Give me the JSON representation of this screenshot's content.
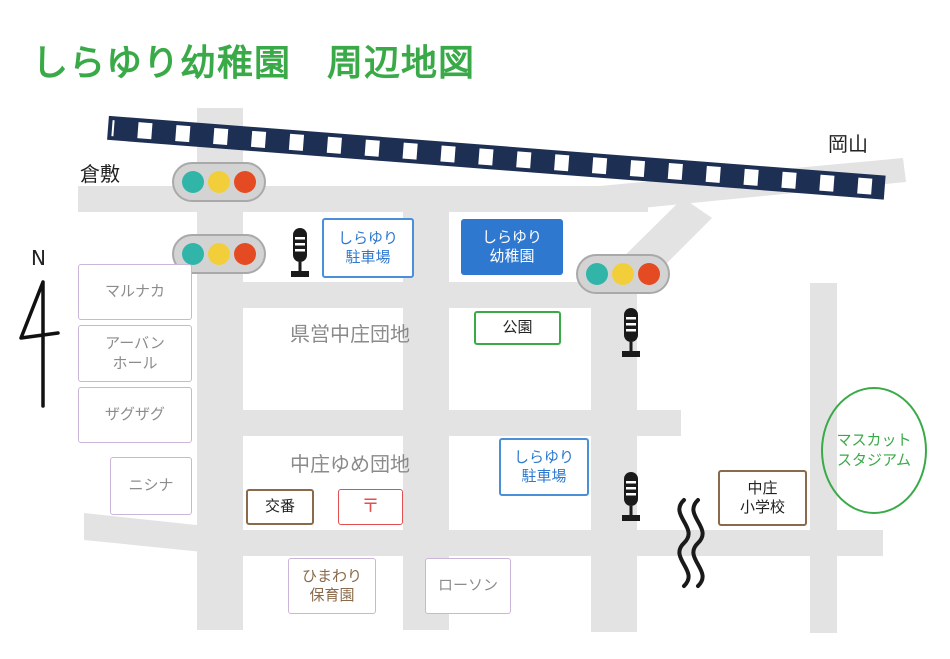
{
  "title": {
    "school": "しらゆり幼稚園",
    "subtitle": "周辺地図"
  },
  "places": {
    "kurashiki": "倉敷",
    "okayama": "岡山",
    "north": "N",
    "kenei_danchi": "県営中庄団地",
    "nakasho_danchi": "中庄ゆめ団地"
  },
  "kindergarten": {
    "line1": "しらゆり",
    "line2": "幼稚園"
  },
  "parking_north": {
    "line1": "しらゆり",
    "line2": "駐車場"
  },
  "parking_south": {
    "line1": "しらゆり",
    "line2": "駐車場"
  },
  "park": "公園",
  "koban": "交番",
  "post_office": "〒",
  "school": {
    "line1": "中庄",
    "line2": "小学校"
  },
  "stadium": {
    "line1": "マスカット",
    "line2": "スタジアム"
  },
  "shops": {
    "marunaka": "マルナカ",
    "urban_hall": {
      "line1": "アーバン",
      "line2": "ホール"
    },
    "zaguzagu": "ザグザグ",
    "nishina": "ニシナ",
    "lawson": "ローソン"
  },
  "nursery": {
    "line1": "ひまわり",
    "line2": "保育園"
  },
  "colors": {
    "title": "#3aaa48",
    "road": "#e3e3e4",
    "railway": "#1e2f54",
    "signal_teal": "#30b5a8",
    "signal_yellow": "#f2cf3a",
    "signal_red": "#e54b22",
    "kindergarten": "#2e78d0",
    "park": "#3aaa48",
    "post": "#e05050"
  }
}
